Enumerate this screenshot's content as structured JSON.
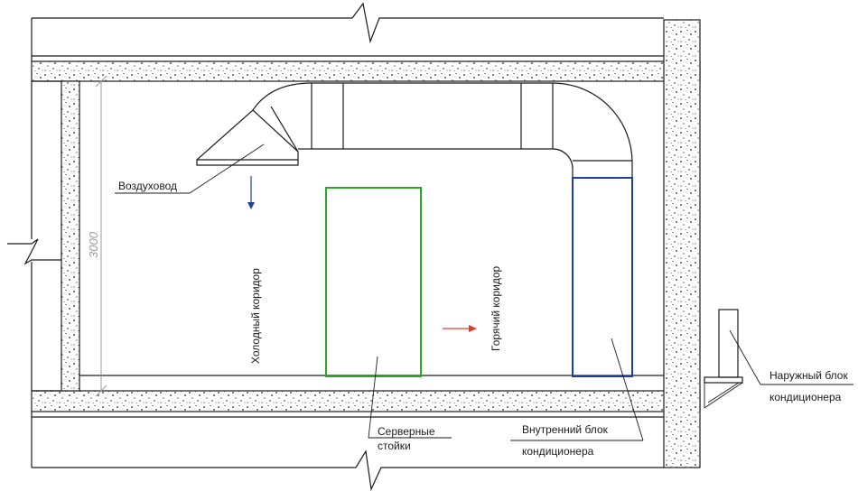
{
  "labels": {
    "air_duct": "Воздуховод",
    "cold_aisle": "Холодный коридор",
    "hot_aisle": "Горячий коридор",
    "server_racks_line1": "Серверные",
    "server_racks_line2": "стойки",
    "indoor_unit_line1": "Внутренний блок",
    "indoor_unit_line2": "кондиционера",
    "outdoor_unit_line1": "Наружный блок",
    "outdoor_unit_line2": "кондиционера",
    "room_height": "3000"
  },
  "colors": {
    "rack_outline": "#2aa52a",
    "indoor_unit_outline": "#1f3f9a",
    "cold_air_arrow": "#1f3f9a",
    "hot_air_arrow": "#e53a2a",
    "dimension": "#9a9a9a"
  }
}
